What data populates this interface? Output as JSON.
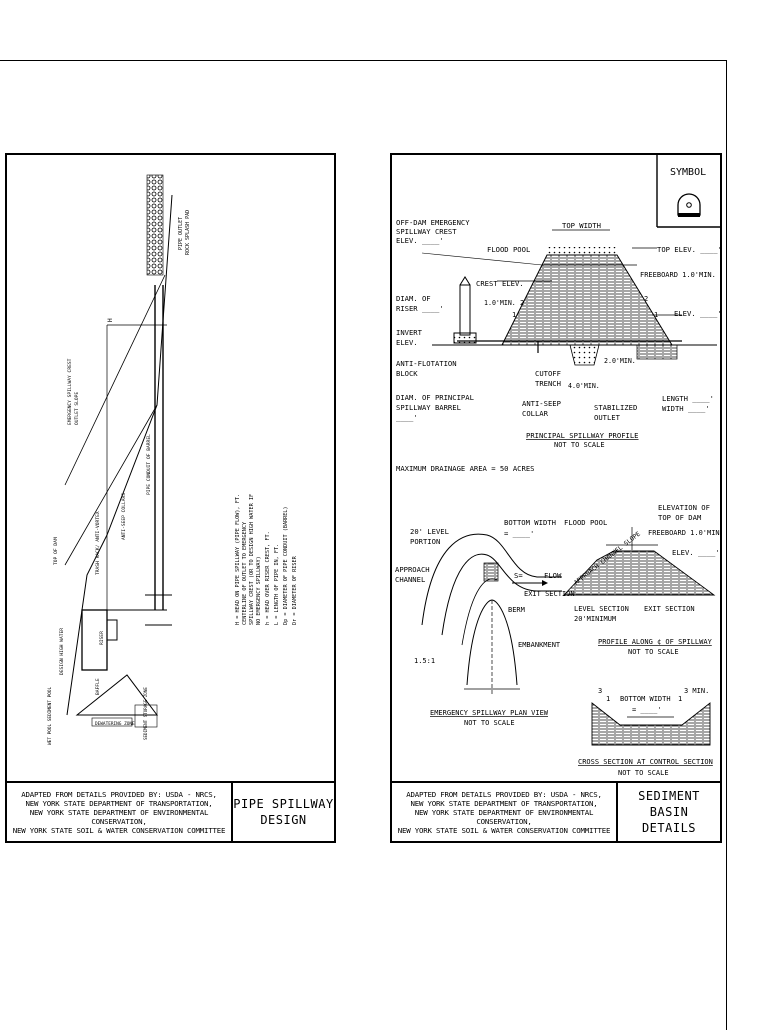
{
  "left_sheet": {
    "title_line1": "PIPE SPILLWAY",
    "title_line2": "DESIGN",
    "credits": [
      "ADAPTED FROM DETAILS PROVIDED BY: USDA - NRCS,",
      "NEW YORK STATE DEPARTMENT OF TRANSPORTATION,",
      "NEW YORK STATE DEPARTMENT OF ENVIRONMENTAL CONSERVATION,",
      "NEW YORK STATE SOIL & WATER CONSERVATION COMMITTEE"
    ],
    "labels": {
      "pipe_outlet": "PIPE OUTLET",
      "rock_splash_pad": "ROCK SPLASH PAD",
      "emergency_crest": "EMERGENCY SPILLWAY CREST",
      "outlet_slope": "OUTLET SLOPE",
      "pipe_conduit": "PIPE CONDUIT OF BARREL",
      "anti_seep": "ANTI-SEEP COLLARS",
      "trash_rack": "TRASH RACK/ ANTI-VORTEX",
      "top_of_dam": "TOP OF DAM",
      "design_high_water": "DESIGN HIGH WATER",
      "riser": "RISER",
      "baffle": "BAFFLE",
      "dewatering_zone": "DEWATERING ZONE",
      "sediment_storage": "SEDIMENT STORAGE ZONE",
      "wet_pool": "WET POOL SEDIMENT POOL"
    },
    "legend": [
      "H = HEAD ON PIPE SPILLWAY (PIPE FLOW), FT.",
      "CENTERLINE OF OUTLET TO EMERGENCY",
      "SPILLWAY CREST (OR TO DESIGN HIGH WATER IF",
      "NO EMERGENCY SPILLWAY)",
      "h = HEAD OVER RISER CREST, FT.",
      "L = LENGTH OF PIPE IN, FT.",
      "Dp = DIAMETER OF PIPE CONDUIT (BARREL)",
      "Dr = DIAMETER OF RISER"
    ]
  },
  "right_sheet": {
    "title_line1": "SEDIMENT BASIN",
    "title_line2": "DETAILS",
    "credits": [
      "ADAPTED FROM DETAILS PROVIDED BY: USDA - NRCS,",
      "NEW YORK STATE DEPARTMENT OF TRANSPORTATION,",
      "NEW YORK STATE DEPARTMENT OF ENVIRONMENTAL CONSERVATION,",
      "NEW YORK STATE SOIL & WATER CONSERVATION COMMITTEE"
    ],
    "symbol_label": "SYMBOL",
    "profile": {
      "offdam_line1": "OFF-DAM EMERGENCY",
      "offdam_line2": "SPILLWAY CREST",
      "offdam_line3": "ELEV. ____'",
      "top_width": "TOP WIDTH",
      "flood_pool": "FLOOD POOL",
      "top_elev": "TOP ELEV. ____'",
      "freeboard": "FREEBOARD 1.0'MIN.",
      "crest_elev": "CREST ELEV.",
      "diam_riser_1": "DIAM. OF",
      "diam_riser_2": "RISER ____'",
      "min_1": "1.0'MIN.",
      "slope_2": "2",
      "slope_1": "1",
      "elev": "ELEV. ____'",
      "invert_1": "INVERT",
      "invert_2": "ELEV.",
      "anti_flotation_1": "ANTI-FLOTATION",
      "anti_flotation_2": "BLOCK",
      "cutoff_1": "CUTOFF",
      "cutoff_2": "TRENCH",
      "min_2": "2.0'MIN.",
      "min_4": "4.0'MIN.",
      "diam_principal_1": "DIAM. OF PRINCIPAL",
      "diam_principal_2": "SPILLWAY BARREL",
      "diam_principal_3": "____'",
      "anti_seep_1": "ANTI-SEEP",
      "anti_seep_2": "COLLAR",
      "stabilized_1": "STABILIZED",
      "stabilized_2": "OUTLET",
      "length": "LENGTH ____'",
      "width": "WIDTH ____'",
      "caption": "PRINCIPAL SPILLWAY PROFILE",
      "scale": "NOT TO SCALE"
    },
    "max_drainage": "MAXIMUM DRAINAGE AREA = 50 ACRES",
    "plan": {
      "level_portion_1": "20' LEVEL",
      "level_portion_2": "PORTION",
      "bottom_width": "BOTTOM WIDTH",
      "bottom_eq": "= ____'",
      "flood_pool": "FLOOD POOL",
      "approach_1": "APPROACH",
      "approach_2": "CHANNEL",
      "s_eq": "S=",
      "flow": "FLOW",
      "exit_section": "EXIT SECTION",
      "berm": "BERM",
      "embankment": "EMBANKMENT",
      "ratio": "1.5:1",
      "caption": "EMERGENCY SPILLWAY PLAN VIEW",
      "scale": "NOT TO SCALE"
    },
    "section_profile": {
      "elev_top_1": "ELEVATION OF",
      "elev_top_2": "TOP OF DAM",
      "freeboard": "FREEBOARD 1.0'MIN.",
      "elev": "ELEV. ____'",
      "approach_channel_slope": "APPROACH CHANNEL SLOPE",
      "level_section_1": "LEVEL SECTION",
      "level_section_2": "20'MINIMUM",
      "exit_section": "EXIT SECTION",
      "caption": "PROFILE ALONG ¢ OF SPILLWAY",
      "scale": "NOT TO SCALE"
    },
    "cross": {
      "three_l": "3",
      "one_l": "1",
      "bottom_width": "BOTTOM WIDTH",
      "bottom_eq": "= ____'",
      "three_min": "3 MIN.",
      "one_r": "1",
      "caption": "CROSS SECTION AT CONTROL SECTION",
      "scale": "NOT TO SCALE"
    }
  }
}
